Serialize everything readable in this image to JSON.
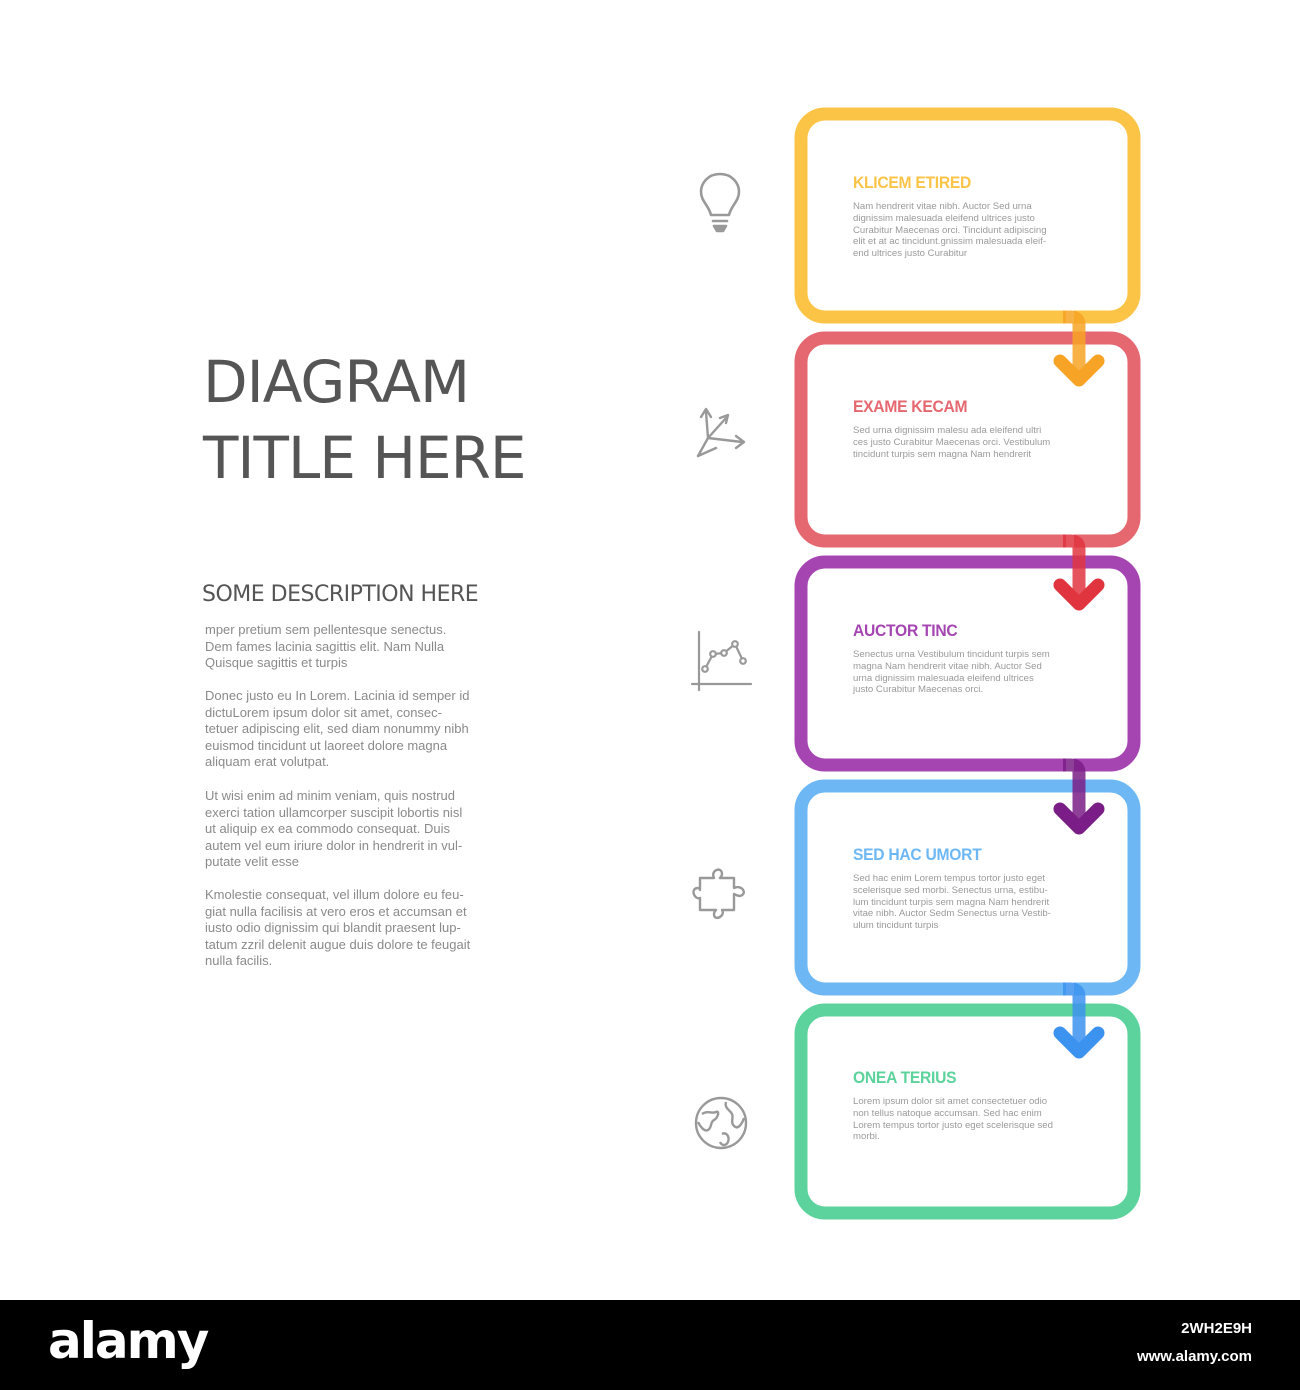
{
  "title": "DIAGRAM\nTITLE HERE",
  "subtitle": "SOME DESCRIPTION HERE",
  "paragraphs": [
    "mper pretium sem pellentesque senectus.\nDem fames lacinia sagittis elit. Nam Nulla\nQuisque sagittis et turpis",
    "Donec justo eu In Lorem. Lacinia id semper id\ndictuLorem ipsum dolor sit amet, consec-\ntetuer adipiscing elit, sed diam nonummy nibh\neuismod tincidunt ut laoreet dolore magna\naliquam erat volutpat.",
    "Ut wisi enim ad minim veniam, quis nostrud\nexerci tation ullamcorper suscipit lobortis nisl\nut aliquip ex ea commodo consequat. Duis\nautem vel eum iriure dolor in hendrerit in vul-\nputate velit esse",
    "Kmolestie consequat, vel illum dolore eu feu-\ngiat nulla facilisis at vero eros et accumsan et\niusto odio dignissim qui blandit praesent lup-\ntatum zzril delenit augue duis dolore te feugait\nnulla facilis."
  ],
  "steps": [
    {
      "title": "KLICEM ETIRED",
      "text": "Nam hendrerit vitae nibh. Auctor Sed urna\ndignissim malesuada eleifend ultrices justo\nCurabitur Maecenas orci. Tincidunt adipiscing\nelit et at ac tincidunt.gnissim malesuada eleif-\nend ultrices justo Curabitur",
      "color": "#fcc447",
      "icon": "lightbulb-icon"
    },
    {
      "title": "EXAME KECAM",
      "text": "Sed urna dignissim malesu ada eleifend ultri\nces justo Curabitur Maecenas orci. Vestibulum\ntincidunt turpis sem magna Nam hendrerit",
      "color": "#e5676f",
      "icon": "diverging-arrows-icon"
    },
    {
      "title": "AUCTOR TINC",
      "text": "Senectus urna Vestibulum tincidunt turpis sem\nmagna Nam hendrerit vitae nibh. Auctor Sed\nurna dignissim malesuada eleifend ultrices\njusto Curabitur Maecenas orci.",
      "color": "#a445b2",
      "icon": "line-chart-icon"
    },
    {
      "title": "SED HAC UMORT",
      "text": "Sed hac enim Lorem tempus tortor justo eget\nscelerisque sed morbi. Senectus urna, estibu-\nlum tincidunt turpis sem magna Nam hendrerit\nvitae nibh. Auctor Sedm Senectus urna Vestib-\nulum tincidunt turpis",
      "color": "#6db8f4",
      "icon": "puzzle-piece-icon"
    },
    {
      "title": "ONEA TERIUS",
      "text": "Lorem ipsum dolor sit amet consectetuer odio\nnon tellus natoque accumsan. Sed hac enim\nLorem tempus tortor justo eget scelerisque sed\nmorbi.",
      "color": "#5cd39c",
      "icon": "globe-icon"
    }
  ],
  "arrow_colors": [
    "#f7a325",
    "#e0353f",
    "#7a1d86",
    "#3c92ef"
  ],
  "icon_color": "#999999",
  "footer": {
    "brand": "alamy",
    "image_id": "2WH2E9H",
    "url": "www.alamy.com"
  }
}
